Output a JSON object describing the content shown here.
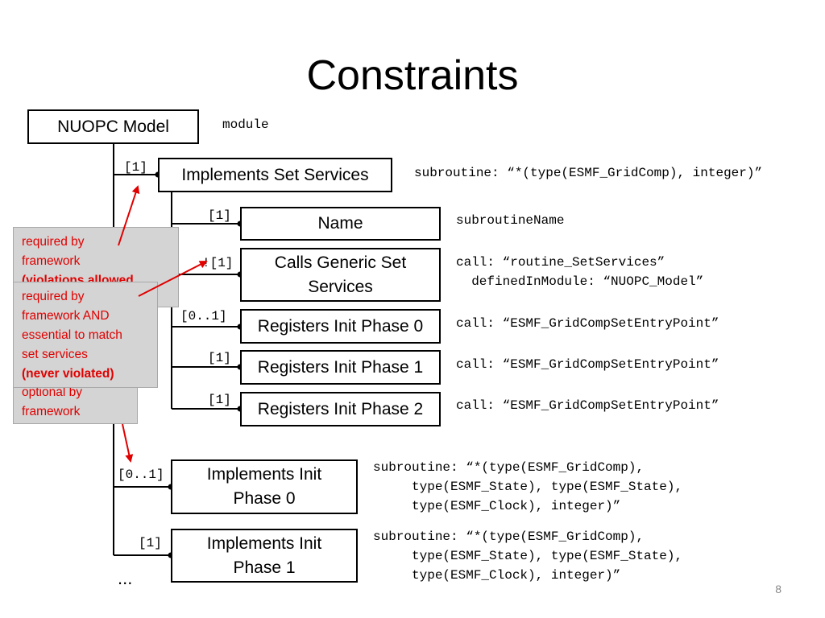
{
  "title": "Constraints",
  "page_number": "8",
  "ellipsis": "...",
  "root": {
    "label": "NUOPC Model",
    "kind": "module"
  },
  "level1": {
    "label": "Implements Set Services",
    "multiplicity": "[1]",
    "spec": "subroutine: “*(type(ESMF_GridComp), integer)”"
  },
  "children": [
    {
      "label": "Name",
      "multiplicity": "[1]",
      "spec": "subroutineName"
    },
    {
      "label_line1": "Calls Generic Set",
      "label_line2": "Services",
      "multiplicity": "![1]",
      "spec_line1": "call: “routine_SetServices”",
      "spec_line2": "  definedInModule: “NUOPC_Model”"
    },
    {
      "label": "Registers Init Phase 0",
      "multiplicity": "[0..1]",
      "spec": "call: “ESMF_GridCompSetEntryPoint”"
    },
    {
      "label": "Registers Init Phase 1",
      "multiplicity": "[1]",
      "spec": "call: “ESMF_GridCompSetEntryPoint”"
    },
    {
      "label": "Registers Init Phase 2",
      "multiplicity": "[1]",
      "spec": "call: “ESMF_GridCompSetEntryPoint”"
    }
  ],
  "init_phases": [
    {
      "label_line1": "Implements Init",
      "label_line2": "Phase 0",
      "multiplicity": "[0..1]",
      "spec_line1": "subroutine: “*(type(ESMF_GridComp),",
      "spec_line2": "     type(ESMF_State), type(ESMF_State),",
      "spec_line3": "     type(ESMF_Clock), integer)”"
    },
    {
      "label_line1": "Implements Init",
      "label_line2": "Phase 1",
      "multiplicity": "[1]",
      "spec_line1": "subroutine: “*(type(ESMF_GridComp),",
      "spec_line2": "     type(ESMF_State), type(ESMF_State),",
      "spec_line3": "     type(ESMF_Clock), integer)”"
    }
  ],
  "legend": {
    "card1": {
      "line1": "required by",
      "line2": "framework",
      "line3": "(violations allowed",
      "line4": ")"
    },
    "card2": {
      "line1": "required by",
      "line2": "framework AND",
      "line3": "essential to match",
      "line4": "set services",
      "line5": "(never violated)"
    },
    "card3": {
      "line1": "optional by",
      "line2": "framework"
    }
  },
  "colors": {
    "annotation": "#e00000",
    "card_bg": "#d4d4d4",
    "line": "#000000"
  }
}
